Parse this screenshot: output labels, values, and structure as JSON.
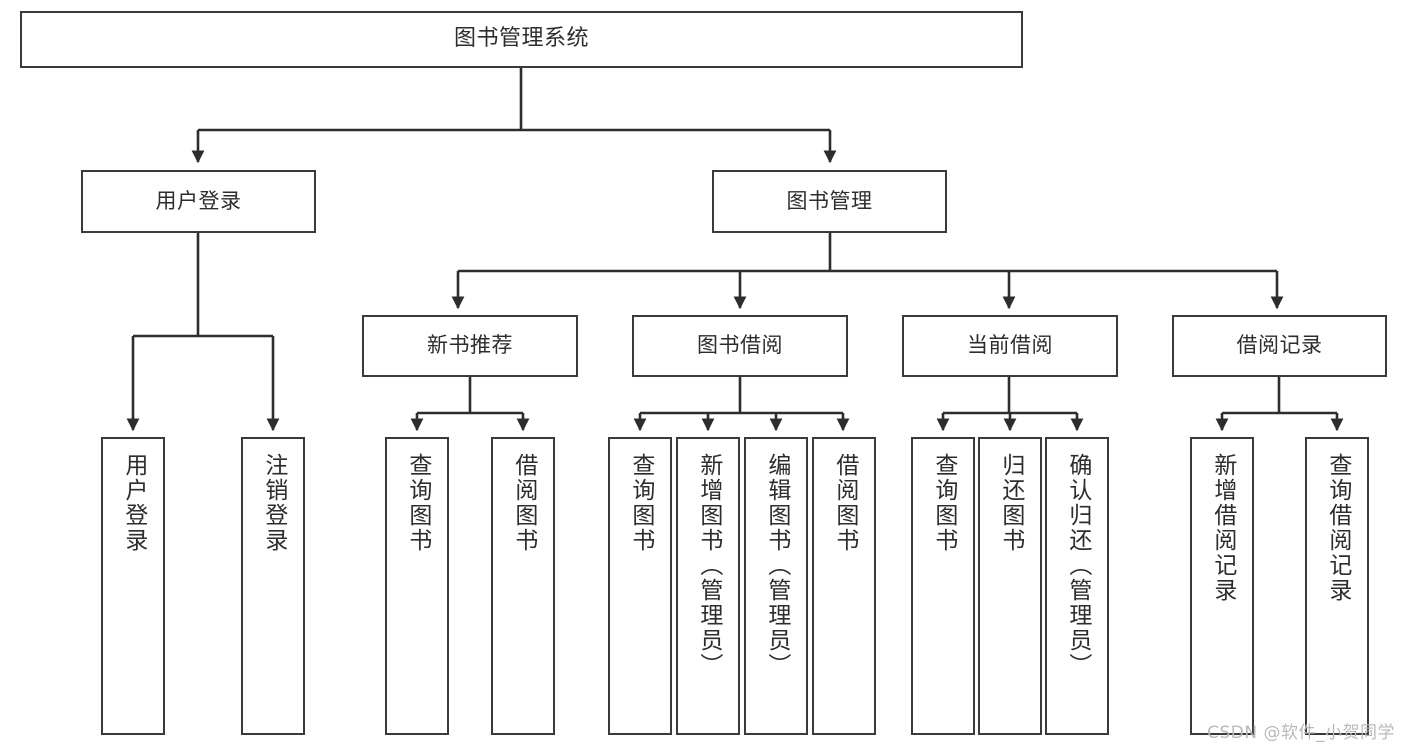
{
  "diagram": {
    "title": "图书管理系统",
    "type": "tree-hierarchy-chart",
    "watermark": "CSDN @软件_小贺同学",
    "colors": {
      "box_border": "#3a3a3a",
      "box_fill": "#ffffff",
      "connector": "#2d2d2d",
      "text": "#2d2d2d",
      "watermark": "#b9b9b9"
    },
    "levels": {
      "root": {
        "label": "图书管理系统"
      },
      "level2": [
        {
          "label": "用户登录"
        },
        {
          "label": "图书管理"
        }
      ],
      "level3": [
        {
          "label": "新书推荐"
        },
        {
          "label": "图书借阅"
        },
        {
          "label": "当前借阅"
        },
        {
          "label": "借阅记录"
        }
      ],
      "leaves": {
        "user_login": [
          {
            "label": "用户登录"
          },
          {
            "label": "注销登录"
          }
        ],
        "new_book_recommend": [
          {
            "label": "查询图书"
          },
          {
            "label": "借阅图书"
          }
        ],
        "book_borrow": [
          {
            "label": "查询图书"
          },
          {
            "label": "新增图书（管理员）"
          },
          {
            "label": "编辑图书（管理员）"
          },
          {
            "label": "借阅图书"
          }
        ],
        "current_borrow": [
          {
            "label": "查询图书"
          },
          {
            "label": "归还图书"
          },
          {
            "label": "确认归还（管理员）"
          }
        ],
        "borrow_record": [
          {
            "label": "新增借阅记录"
          },
          {
            "label": "查询借阅记录"
          }
        ]
      }
    }
  }
}
